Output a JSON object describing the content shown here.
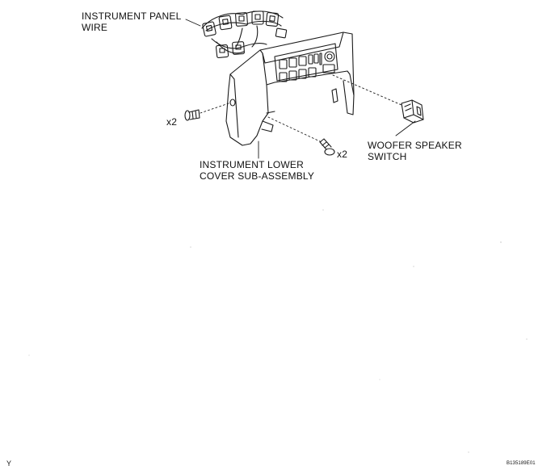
{
  "labels": {
    "instrument_panel_wire": [
      "INSTRUMENT PANEL",
      "WIRE"
    ],
    "instrument_lower_cover": [
      "INSTRUMENT LOWER",
      "COVER SUB-ASSEMBLY"
    ],
    "woofer_speaker_switch": [
      "WOOFER SPEAKER",
      "SWITCH"
    ],
    "qty_left_screw": "x2",
    "qty_right_screw": "x2"
  },
  "footer": {
    "left_mark": "Y",
    "figure_code": "B135189E01"
  },
  "colors": {
    "line": "#1a1a1a",
    "paper": "#ffffff"
  }
}
